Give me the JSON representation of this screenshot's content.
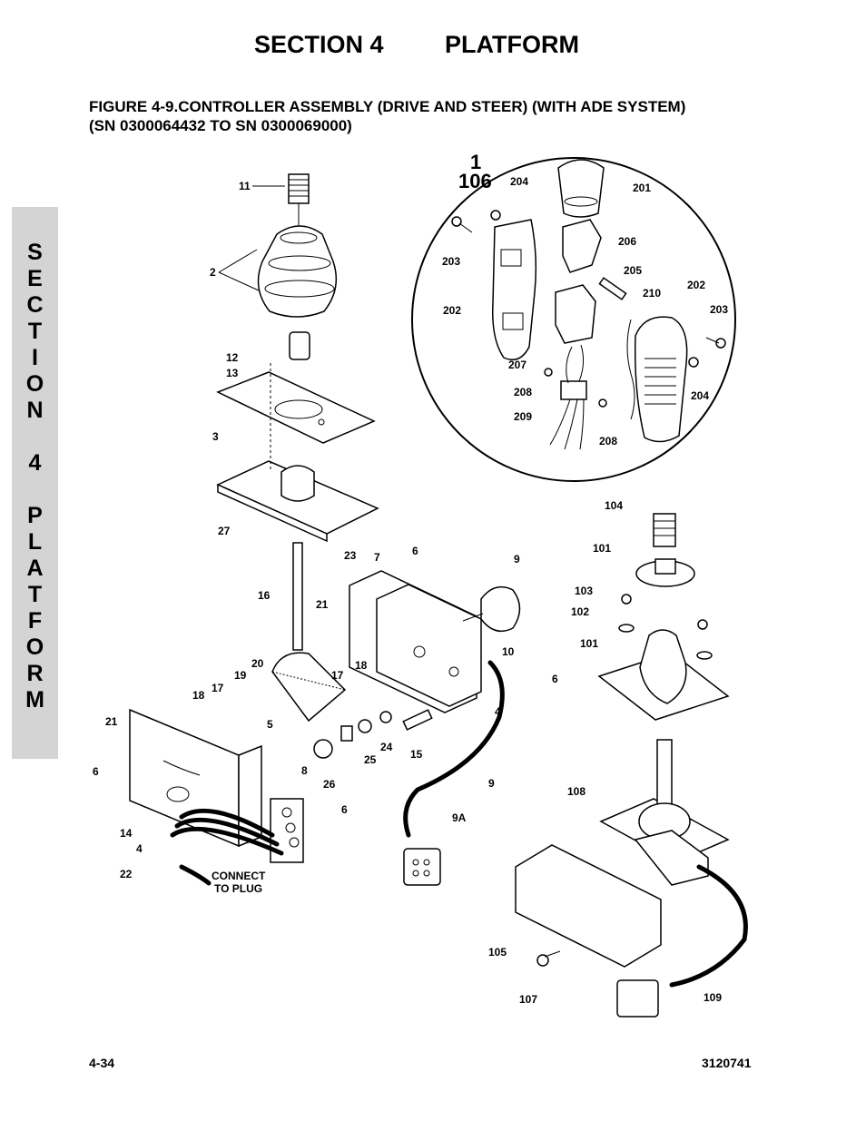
{
  "header": {
    "section": "SECTION 4",
    "title": "PLATFORM"
  },
  "figure": {
    "line1": "FIGURE 4-9.CONTROLLER ASSEMBLY (DRIVE AND STEER) (WITH ADE SYSTEM)",
    "line2": "(SN 0300064432 TO SN 0300069000)"
  },
  "side_tab": [
    "S",
    "E",
    "C",
    "T",
    "I",
    "O",
    "N",
    "",
    "4",
    "",
    "P",
    "L",
    "A",
    "T",
    "F",
    "O",
    "R",
    "M"
  ],
  "footer": {
    "page": "4-34",
    "doc_number": "3120741"
  },
  "detail": {
    "label_top": "1",
    "label_bottom": "106"
  },
  "callouts": {
    "c11": "11",
    "c2": "2",
    "c12": "12",
    "c13": "13",
    "c3": "3",
    "c27": "27",
    "c16": "16",
    "c23": "23",
    "c7": "7",
    "c6a": "6",
    "c9a": "9",
    "c21a": "21",
    "c20": "20",
    "c19": "19",
    "c17a": "17",
    "c17b": "17",
    "c18a": "18",
    "c18b": "18",
    "c10": "10",
    "c6b": "6",
    "c4a": "4",
    "c21b": "21",
    "c5": "5",
    "c8": "8",
    "c26": "26",
    "c25": "25",
    "c24": "24",
    "c15": "15",
    "c9b": "9",
    "c6c": "6",
    "c6d": "6",
    "c14": "14",
    "c4b": "4",
    "c22": "22",
    "c9A": "9A",
    "c204a": "204",
    "c201": "201",
    "c203a": "203",
    "c206": "206",
    "c205": "205",
    "c202a": "202",
    "c210": "210",
    "c202b": "202",
    "c203b": "203",
    "c207": "207",
    "c208a": "208",
    "c209": "209",
    "c208b": "208",
    "c204b": "204",
    "c104": "104",
    "c101a": "101",
    "c103": "103",
    "c102": "102",
    "c101b": "101",
    "c108": "108",
    "c105": "105",
    "c107": "107",
    "c109": "109"
  },
  "connect_note": {
    "line1": "CONNECT",
    "line2": "TO PLUG"
  }
}
